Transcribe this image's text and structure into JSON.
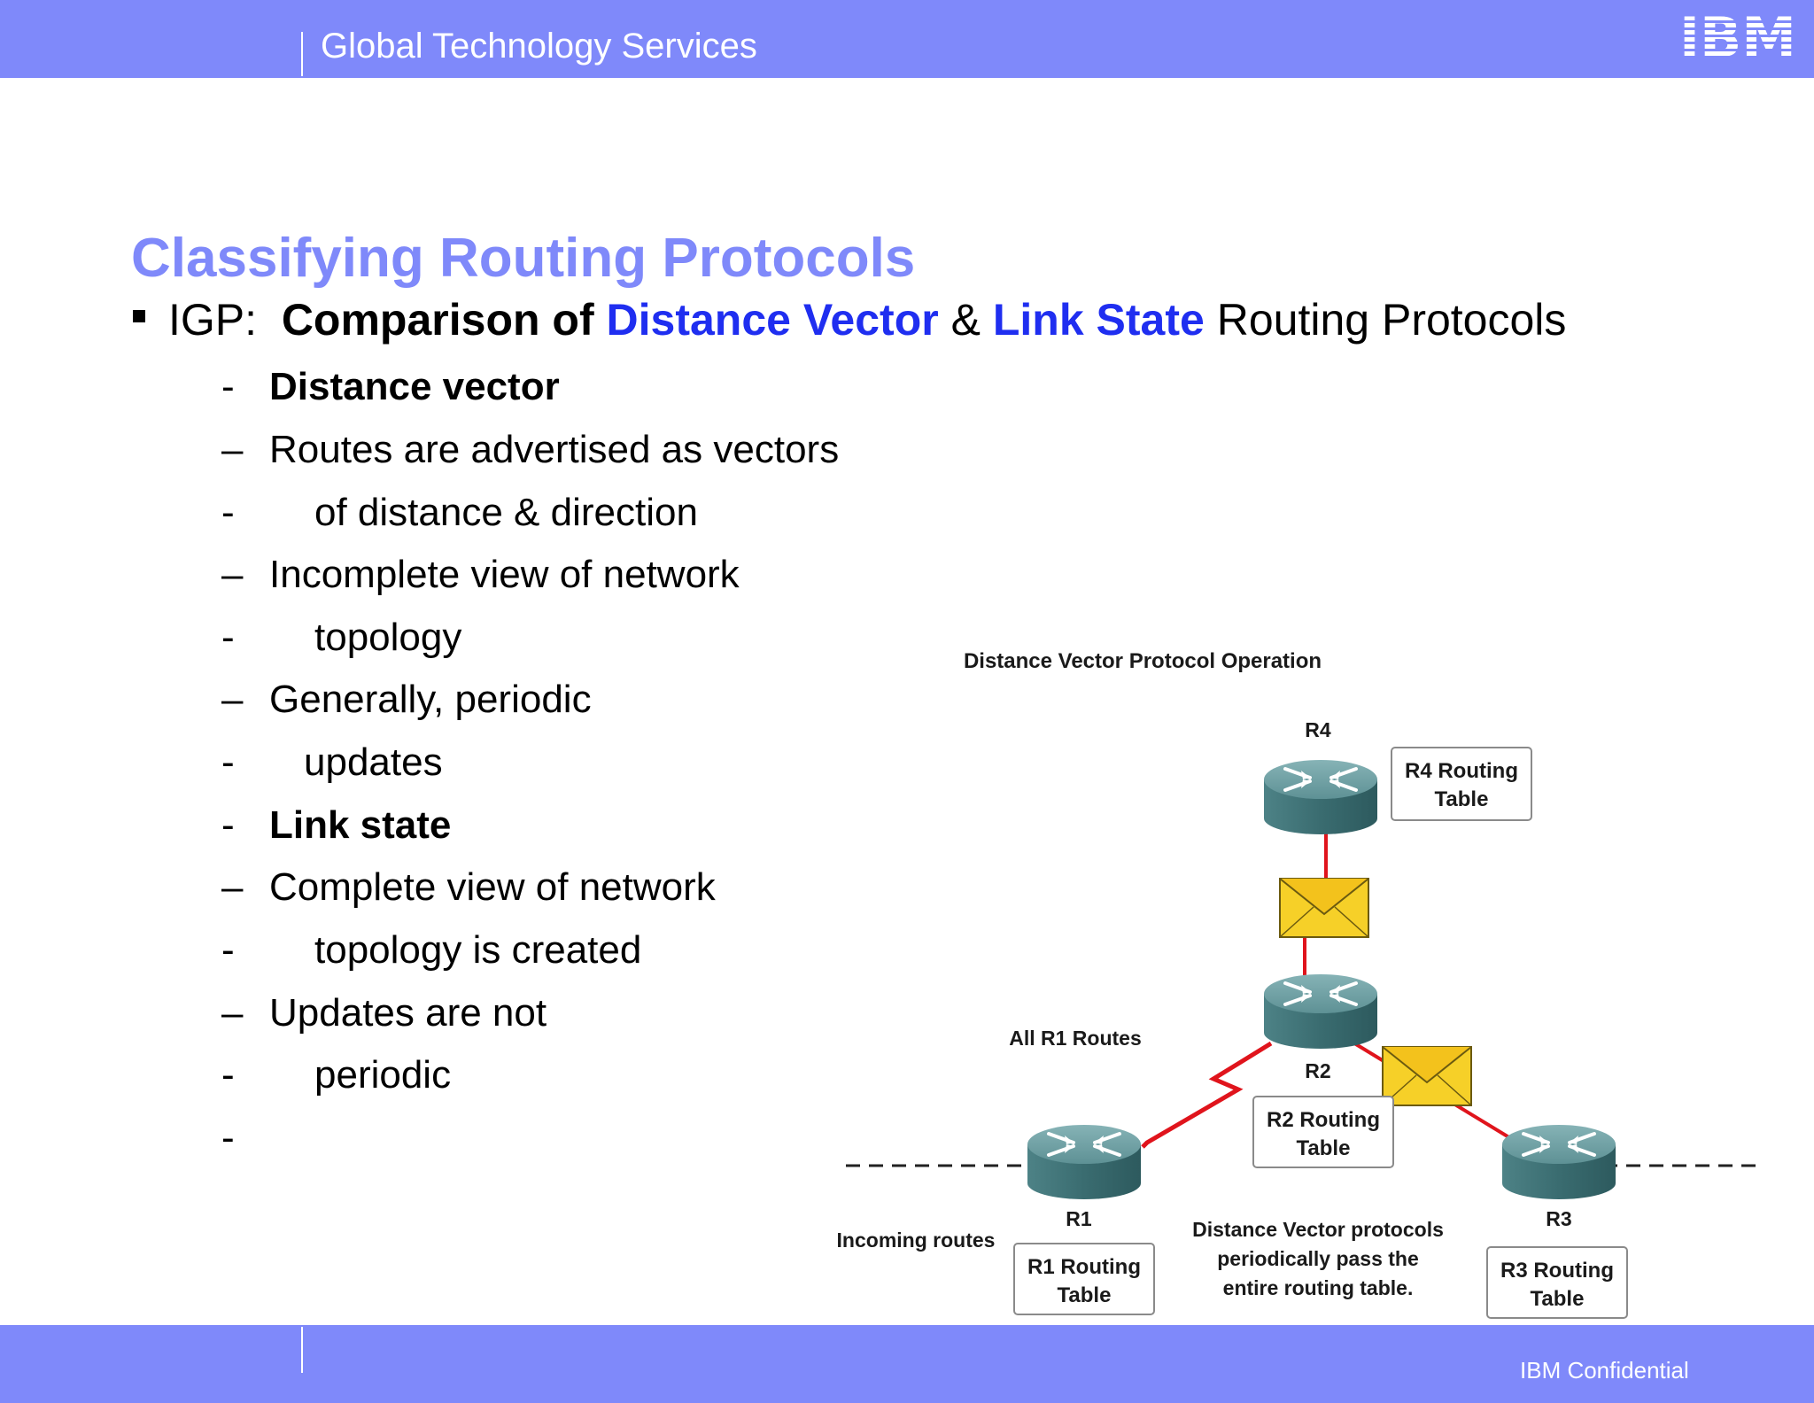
{
  "header": {
    "brand": "Global Technology Services",
    "logo_text": "IBM"
  },
  "footer": {
    "confidential": "IBM Confidential"
  },
  "title": "Classifying Routing Protocols",
  "subtitle": {
    "prefix": "IGP:",
    "part1": "Comparison of",
    "dv": "Distance Vector",
    "amp": "&",
    "ls": "Link State",
    "suffix": "Routing Protocols"
  },
  "lines": [
    {
      "marker": "-",
      "text": "Distance vector"
    },
    {
      "marker": "–",
      "text": "Routes are advertised as vectors"
    },
    {
      "marker": "-",
      "text": "of distance & direction"
    },
    {
      "marker": "–",
      "text": "Incomplete view of network"
    },
    {
      "marker": "-",
      "text": "topology"
    },
    {
      "marker": "–",
      "text": "Generally, periodic"
    },
    {
      "marker": "-",
      "text": "updates"
    },
    {
      "marker": "-",
      "text": "Link state"
    },
    {
      "marker": "–",
      "text": "Complete view of network"
    },
    {
      "marker": "-",
      "text": "topology is created"
    },
    {
      "marker": "–",
      "text": "Updates are not"
    },
    {
      "marker": "-",
      "text": "periodic"
    },
    {
      "marker": "-",
      "text": ""
    }
  ],
  "diagram": {
    "title": "Distance Vector Protocol Operation",
    "routers": {
      "r4": "R4",
      "r2": "R2",
      "r1": "R1",
      "r3": "R3"
    },
    "tables": {
      "r4": {
        "l1": "R4 Routing",
        "l2": "Table"
      },
      "r2": {
        "l1": "R2 Routing",
        "l2": "Table"
      },
      "r1": {
        "l1": "R1 Routing",
        "l2": "Table"
      },
      "r3": {
        "l1": "R3 Routing",
        "l2": "Table"
      }
    },
    "all_routes": "All R1 Routes",
    "incoming": "Incoming routes",
    "note": {
      "l1": "Distance Vector protocols",
      "l2": "periodically pass the",
      "l3": "entire routing table."
    },
    "colors": {
      "link": "#e0141c",
      "router_top": "#6f9fa3",
      "router_body": "#3f7276",
      "envelope": "#f6d028"
    }
  }
}
